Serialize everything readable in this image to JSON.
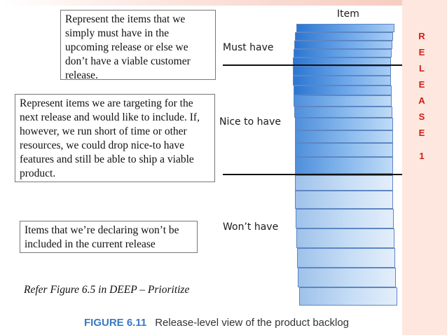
{
  "callouts": {
    "must": "Represent the items that we simply must have in the upcoming release or else we don’t have a viable customer release.",
    "nice": "Represent items we are targeting for the next release and would like to include. If, however, we run short of time or other resources, we could drop nice-to have features and still be able to ship a viable product.",
    "wont": "Items that we’re declaring won’t be included in the current release"
  },
  "refer": "Refer Figure 6.5 in DEEP – Prioritize",
  "diagram": {
    "item_label": "Item",
    "must_label": "Must have",
    "nice_label": "Nice to have",
    "wont_label": "Won’t have"
  },
  "release_side": {
    "letters": [
      "R",
      "E",
      "L",
      "E",
      "A",
      "S",
      "E"
    ],
    "number": "1"
  },
  "caption": {
    "figure": "FIGURE 6.11",
    "text": "Release-level view of the product backlog"
  },
  "colors": {
    "accent_red": "#cc1f1a",
    "backlog_blue": "#2b76d2",
    "caption_blue": "#3a78c2"
  }
}
